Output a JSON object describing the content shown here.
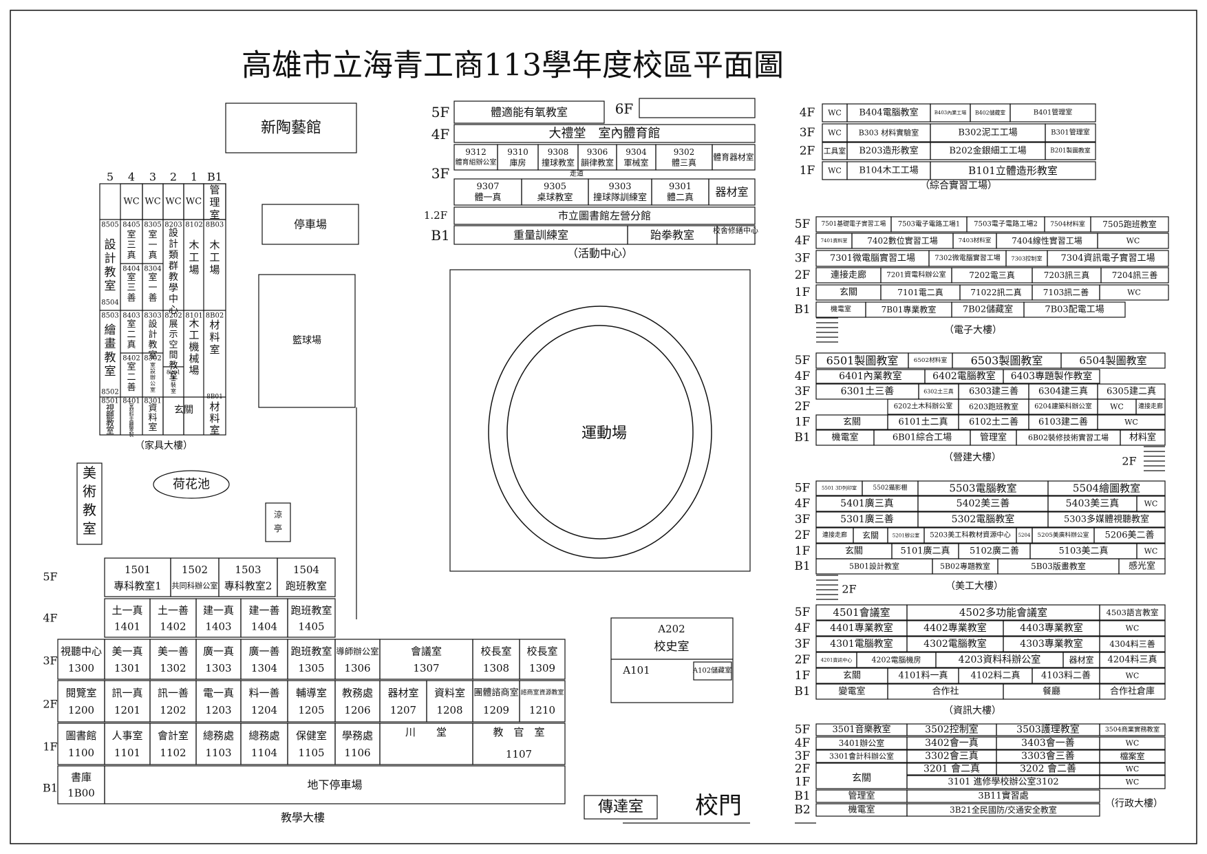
{
  "title": "高雄市立海青工商113學年度校區平面圖",
  "colors": {
    "ink": "#111111",
    "paper": "#ffffff"
  },
  "landmarks": {
    "ceramics_hall": "新陶藝館",
    "parking": "停車場",
    "basketball": "籃球場",
    "sports_field": "運動場",
    "lotus_pond": "荷花池",
    "pavilion": "涼亭",
    "art_room": "美術教室",
    "gate": "校門",
    "guard_room": "傳達室"
  },
  "buildings": {
    "furniture": {
      "caption": "（家具大樓）",
      "floor_labels": [
        "5",
        "4",
        "3",
        "2",
        "1",
        "B1"
      ],
      "cells": [
        "WC",
        "WC",
        "WC",
        "WC",
        "管理室",
        "8505",
        "設計教室",
        "8504",
        "8405",
        "室三真",
        "8404",
        "室三善",
        "8305",
        "室一真",
        "8304",
        "室一善",
        "8203",
        "設計類群教學中心",
        "8102",
        "木工場",
        "8B03",
        "木工場",
        "8503",
        "繪畫教室",
        "8502",
        "8403",
        "室二真",
        "8402",
        "室二善",
        "8303",
        "設計教室",
        "8302",
        "室設辦公室",
        "8202",
        "展示空間教室",
        "8201",
        "塗裝室",
        "8101",
        "木工機械場",
        "8B02",
        "材料室",
        "8501",
        "視聽教室",
        "8401",
        "室材料手繪聽夾製",
        "8301",
        "資料室",
        "玄關",
        "8B01",
        "材料室"
      ]
    },
    "activity": {
      "caption": "（活動中心）",
      "floor_labels": [
        "6F",
        "5F",
        "4F",
        "3F",
        "1.2F",
        "B1"
      ],
      "cells": [
        "體適能有氧教室",
        "大禮堂　室內體育館",
        "9312",
        "體育組辦公室",
        "9310",
        "庫房",
        "9308",
        "撞球教室",
        "9306",
        "韻律教室",
        "9304",
        "軍械室",
        "9302",
        "體三真",
        "體育器材室",
        "走道",
        "9307",
        "體一真",
        "9305",
        "桌球教室",
        "9303",
        "撞球隊訓練室",
        "9301",
        "體二真",
        "器材室",
        "市立圖書館左營分館",
        "重量訓練室",
        "跆拳教室",
        "校舍修繕中心"
      ]
    },
    "practice": {
      "caption": "（綜合實習工場）",
      "floor_labels": [
        "4F",
        "3F",
        "2F",
        "1F"
      ],
      "cells": [
        "WC",
        "B404電腦教室",
        "B403內業工場",
        "B402儲藏室",
        "B401管理室",
        "WC",
        "B303 材料實驗室",
        "B302泥工工場",
        "B301管理室",
        "工具室",
        "B203造形教室",
        "B202金銀細工工場",
        "B201製圖教室",
        "WC",
        "B104木工工場",
        "B101立體造形教室"
      ]
    },
    "electronics": {
      "caption": "（電子大樓）",
      "floor_labels": [
        "5F",
        "4F",
        "3F",
        "2F",
        "1F",
        "B1"
      ],
      "cells": [
        "7501基礎電子實習工場",
        "7503電子電路工場1",
        "7503電子電路工場2",
        "7504材料室",
        "7505跑班教室",
        "7401資料室",
        "7402數位實習工場",
        "7403材料室",
        "7404線性實習工場",
        "WC",
        "7301微電腦實習工場",
        "7302微電腦實習工場",
        "7303控制室",
        "7304資訊電子實習工場",
        "連接走廊",
        "7201資電科辦公室",
        "7202電三真",
        "7203訊三真",
        "7204訊三善",
        "玄關",
        "7101電二真",
        "71022訊二真",
        "7103訊二善",
        "WC",
        "機電室",
        "7B01專業教室",
        "7B02儲藏室",
        "7B03配電工場"
      ]
    },
    "construction": {
      "caption": "（營建大樓）",
      "floor_labels": [
        "5F",
        "4F",
        "3F",
        "2F",
        "1F",
        "B1"
      ],
      "cells": [
        "6501製圖教室",
        "6502材料室",
        "6503製圖教室",
        "6504製圖教室",
        "6401內業教室",
        "6402電腦教室",
        "6403專題製作教室",
        "6301土三善",
        "6302土三真",
        "6303建三善",
        "6304建三真",
        "6305建二真",
        "6202土木科辦公室",
        "6203跑班教室",
        "6204建築科辦公室",
        "WC",
        "連接走廊",
        "玄關",
        "6101土二真",
        "6102土二善",
        "6103建二善",
        "WC",
        "機電室",
        "6B01綜合工場",
        "管理室",
        "6B02裝修技術實習工場",
        "材料室",
        "2F"
      ]
    },
    "arts": {
      "caption": "（美工大樓）",
      "floor_labels": [
        "5F",
        "4F",
        "3F",
        "2F",
        "1F",
        "B1"
      ],
      "cells": [
        "5501 3D列印室",
        "5502攝影棚",
        "5503電腦教室",
        "5504繪圖教室",
        "5401廣三真",
        "5402美三善",
        "5403美三真",
        "WC",
        "5301廣三善",
        "5302電腦教室",
        "5303多媒體視聽教室",
        "連接走廊",
        "玄關",
        "5201辦公室",
        "5203美工科教材資源中心",
        "5204",
        "5205美廣科辦公室",
        "5206美二善",
        "玄關",
        "5101廣二真",
        "5102廣二善",
        "5103美二真",
        "WC",
        "5B01設計教室",
        "5B02專題教室",
        "5B03版畫教室",
        "感光室",
        "2F"
      ]
    },
    "info": {
      "caption": "（資訊大樓）",
      "floor_labels": [
        "5F",
        "4F",
        "3F",
        "2F",
        "1F",
        "B1"
      ],
      "cells": [
        "4501會議室",
        "4502多功能會議室",
        "4503語言教室",
        "4401專業教室",
        "4402專業教室",
        "4403專業教室",
        "WC",
        "4301電腦教室",
        "4302電腦教室",
        "4303專業教室",
        "4304料三善",
        "4201資訊中心",
        "4202電腦機房",
        "4203資料科辦公室",
        "器材室",
        "4204料三真",
        "玄關",
        "4101料一真",
        "4102料二真",
        "4103料二善",
        "WC",
        "變電室",
        "合作社",
        "餐廳",
        "合作社倉庫"
      ]
    },
    "admin": {
      "caption": "（行政大樓）",
      "floor_labels": [
        "5F",
        "4F",
        "3F",
        "2F",
        "1F",
        "B1",
        "B2"
      ],
      "cells": [
        "3501音樂教室",
        "3502控制室",
        "3503護理教室",
        "3504商業實務教室",
        "3401辦公室",
        "3402會一真",
        "3403會一善",
        "WC",
        "3301會計科辦公室",
        "3302會三真",
        "3303會三善",
        "檔案室",
        "玄關",
        "3201 會二真",
        "3202 會二善",
        "WC",
        "3101 進修學校辦公室3102",
        "WC",
        "管理室",
        "3B11實習處",
        "機電室",
        "3B21全民國防/交通安全教室"
      ]
    },
    "teaching": {
      "caption": "教學大樓",
      "floor_labels": [
        "5F",
        "4F",
        "3F",
        "2F",
        "1F",
        "B1"
      ],
      "cells": [
        "1501",
        "專科教室1",
        "1502",
        "共同科辦公室",
        "1503",
        "專科教室2",
        "1504",
        "跑班教室",
        "土一真",
        "1401",
        "土一善",
        "1402",
        "建一真",
        "1403",
        "建一善",
        "1404",
        "跑班教室",
        "1405",
        "視聽中心",
        "1300",
        "美一真",
        "1301",
        "美一善",
        "1302",
        "廣一真",
        "1303",
        "廣一善",
        "1304",
        "跑班教室",
        "1305",
        "導師辦公室",
        "1306",
        "會議室",
        "1307",
        "校長室",
        "1308",
        "校長室",
        "1309",
        "閱覽室",
        "1200",
        "訊一真",
        "1201",
        "訊一善",
        "1202",
        "電一真",
        "1203",
        "料一善",
        "1204",
        "輔導室",
        "1205",
        "教務處",
        "1206",
        "器材室",
        "1207",
        "資料室",
        "1208",
        "團體諮商室",
        "1209",
        "諮商室資源教室",
        "1210",
        "圖書館",
        "1100",
        "人事室",
        "1101",
        "會計室",
        "1102",
        "總務處",
        "1103",
        "總務處",
        "1104",
        "保健室",
        "1105",
        "學務處",
        "1106",
        "川　　堂",
        "教　官　室",
        "1107",
        "書庫",
        "1B00",
        "地下停車場"
      ]
    },
    "history": {
      "cells": [
        "A202",
        "校史室",
        "A101",
        "A102儲藏室"
      ]
    }
  }
}
